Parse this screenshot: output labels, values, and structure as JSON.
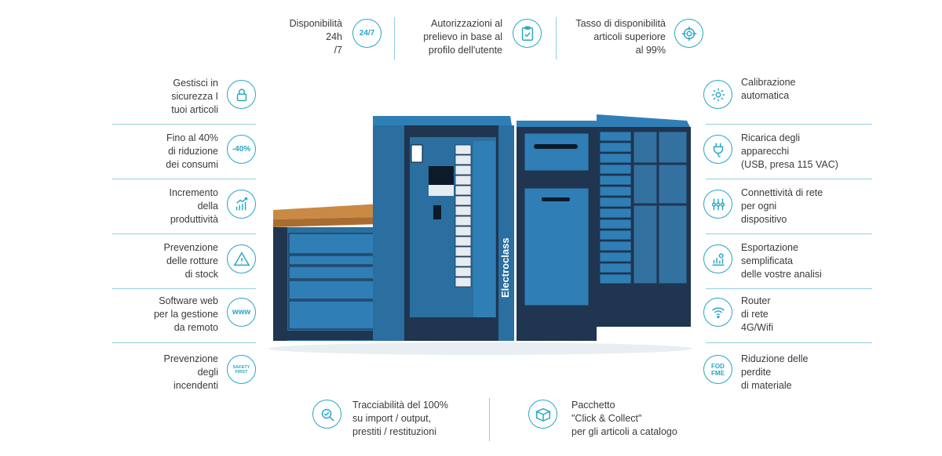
{
  "top": [
    {
      "icon": "24-7-icon",
      "icon_text": "24/7",
      "lines": [
        "Disponibilità",
        "24h",
        "/7"
      ]
    },
    {
      "icon": "clipboard-check-icon",
      "lines": [
        "Autorizzazioni al",
        "prelievo in base al",
        "profilo dell'utente"
      ]
    },
    {
      "icon": "target-icon",
      "lines": [
        "Tasso di disponibilità",
        "articoli superiore",
        "al 99%"
      ]
    }
  ],
  "left": [
    {
      "icon": "lock-icon",
      "lines": [
        "Gestisci in",
        "sicurezza I",
        "tuoi articoli"
      ]
    },
    {
      "icon": "minus-40-percent-icon",
      "icon_text": "-40%",
      "lines": [
        "Fino al 40%",
        "di riduzione",
        "dei consumi"
      ]
    },
    {
      "icon": "growth-chart-icon",
      "lines": [
        "Incremento",
        "della",
        "produttività"
      ]
    },
    {
      "icon": "warning-icon",
      "lines": [
        "Prevenzione",
        "delle rotture",
        "di stock"
      ]
    },
    {
      "icon": "www-icon",
      "icon_text": "www",
      "lines": [
        "Software web",
        "per la gestione",
        "da remoto"
      ]
    },
    {
      "icon": "safety-first-icon",
      "icon_text": "SAFETY FIRST",
      "lines": [
        "Prevenzione",
        "degli",
        "incendenti"
      ]
    }
  ],
  "right": [
    {
      "icon": "gear-refresh-icon",
      "lines": [
        "Calibrazione",
        "automatica"
      ]
    },
    {
      "icon": "plug-icon",
      "lines": [
        "Ricarica degli",
        "apparecchi",
        "(USB, presa 115 VAC)"
      ]
    },
    {
      "icon": "network-icon",
      "lines": [
        "Connettività di rete",
        "per ogni",
        "dispositivo"
      ]
    },
    {
      "icon": "analytics-icon",
      "lines": [
        "Esportazione",
        "semplificata",
        "delle vostre analisi"
      ]
    },
    {
      "icon": "wifi-router-icon",
      "lines": [
        "Router",
        "di rete",
        "4G/Wifi"
      ]
    },
    {
      "icon": "fod-fme-icon",
      "icon_text": "FOD FME",
      "lines": [
        "Riduzione delle",
        "perdite",
        "di materiale"
      ]
    }
  ],
  "bottom": [
    {
      "icon": "traceability-icon",
      "lines": [
        "Tracciabilità del 100%",
        "su import / output,",
        "prestiti / restituzioni"
      ]
    },
    {
      "icon": "box-icon",
      "lines": [
        "Pacchetto",
        "\"Click & Collect\"",
        "per gli articoli a catalogo"
      ]
    }
  ],
  "machine": {
    "brand": "Electroclass"
  },
  "colors": {
    "accent": "#27a6c8",
    "divider": "#8fd0e0",
    "cabinet": "#2a6fa0",
    "cabinet_dark": "#1f3550",
    "wood": "#c98a45"
  }
}
